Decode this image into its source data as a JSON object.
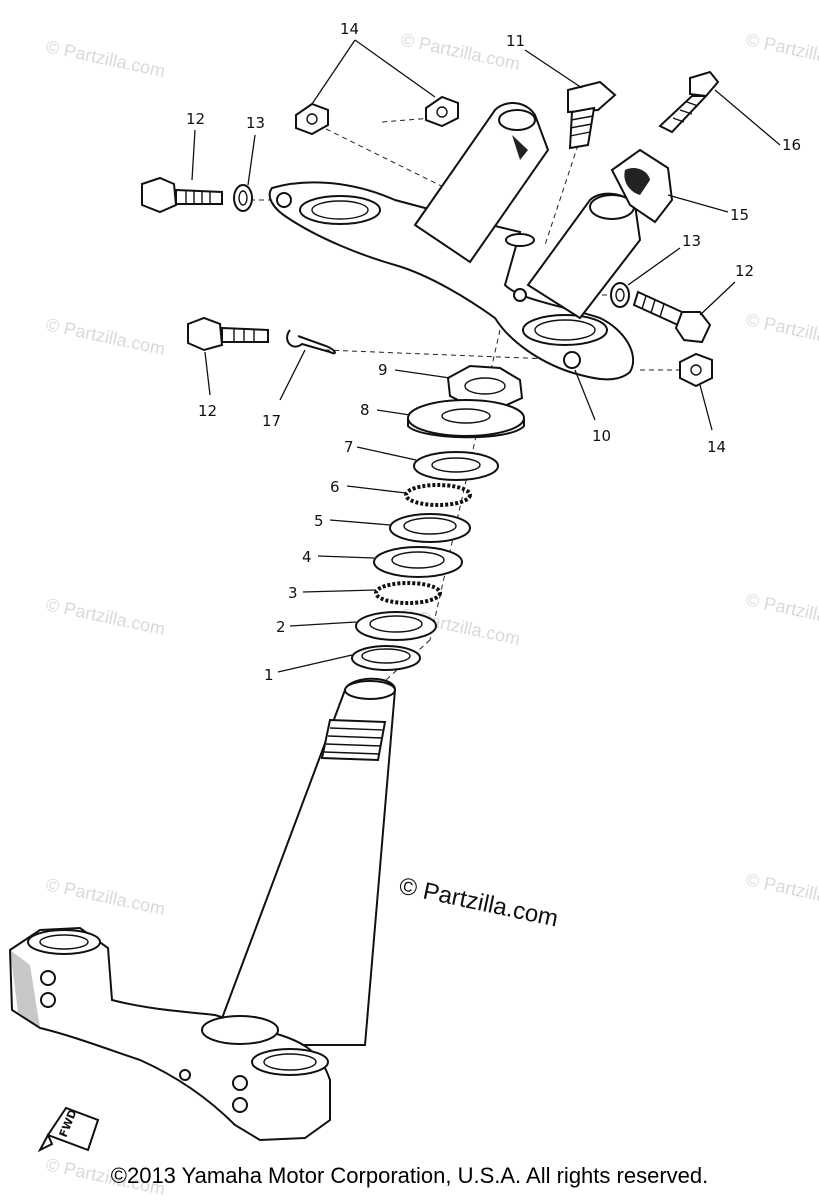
{
  "watermark": "© Partzilla.com",
  "center_watermark": "© Partzilla.com",
  "copyright": "©2013 Yamaha Motor Corporation, U.S.A. All rights reserved.",
  "fwd_label": "FWD",
  "labels": {
    "l1": "1",
    "l2": "2",
    "l3": "3",
    "l4": "4",
    "l5": "5",
    "l6": "6",
    "l7": "7",
    "l8": "8",
    "l9": "9",
    "l10": "10",
    "l11": "11",
    "l12a": "12",
    "l12b": "12",
    "l12c": "12",
    "l13a": "13",
    "l13b": "13",
    "l14a": "14",
    "l14b": "14",
    "l15": "15",
    "l16": "16",
    "l17": "17"
  }
}
